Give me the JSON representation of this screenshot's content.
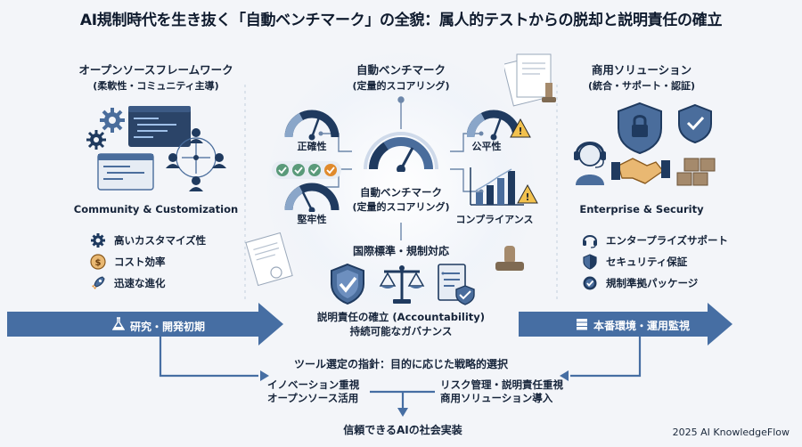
{
  "title": "AI規制時代を生き抜く「自動ベンチマーク」の全貌：属人的テストからの脱却と説明責任の確立",
  "left": {
    "heading": "オープンソースフレームワーク",
    "subheading": "(柔軟性・コミュニティ主導)",
    "caption": "Community & Customization",
    "items": [
      {
        "label": "高いカスタマイズ性",
        "icon": "gear-icon"
      },
      {
        "label": "コスト効率",
        "icon": "dollar-coin-icon"
      },
      {
        "label": "迅速な進化",
        "icon": "rocket-icon"
      }
    ],
    "arrow_label": "研究・開発初期"
  },
  "center": {
    "heading": "自動ベンチマーク",
    "subheading": "(定量的スコアリング)",
    "hub_label": "自動ベンチマーク",
    "hub_sublabel": "(定量的スコアリング)",
    "metrics": {
      "accuracy": "正確性",
      "fairness": "公平性",
      "robustness": "堅牢性",
      "compliance": "コンプライアンス"
    },
    "standards_heading": "国際標準・規制対応",
    "accountability_line1": "説明責任の確立 (Accountability)",
    "accountability_line2": "持続可能なガバナンス"
  },
  "right": {
    "heading": "商用ソリューション",
    "subheading": "(統合・サポート・認証)",
    "caption": "Enterprise & Security",
    "items": [
      {
        "label": "エンタープライズサポート",
        "icon": "headset-icon"
      },
      {
        "label": "セキュリティ保証",
        "icon": "shield-icon"
      },
      {
        "label": "規制準拠パッケージ",
        "icon": "badge-check-icon"
      }
    ],
    "arrow_label": "本番環境・運用監視"
  },
  "bottom": {
    "guideline": "ツール選定の指針：目的に応じた戦略的選択",
    "left_choice_line1": "イノベーション重視",
    "left_choice_line2": "オープンソース活用",
    "right_choice_line1": "リスク管理・説明責任重視",
    "right_choice_line2": "商用ソリューション導入",
    "goal": "信頼できるAIの社会実装"
  },
  "copyright": "2025 AI KnowledgeFlow",
  "colors": {
    "navy": "#1f3a5f",
    "blue": "#4a6d9c",
    "light_blue": "#8aa6c9",
    "arrow_blue": "#466ea3",
    "orange": "#e08a2c",
    "green": "#5a9a7a",
    "warning": "#f2c14e"
  }
}
